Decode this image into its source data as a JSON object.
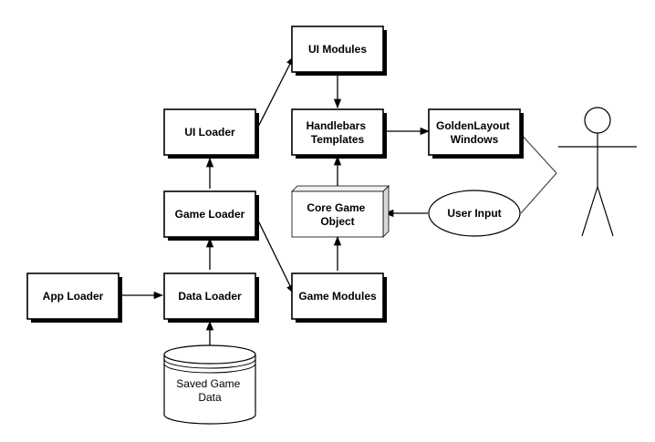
{
  "nodes": {
    "ui_modules": {
      "lines": [
        "UI Modules"
      ]
    },
    "ui_loader": {
      "lines": [
        "UI Loader"
      ]
    },
    "handlebars_templates": {
      "lines": [
        "Handlebars",
        "Templates"
      ]
    },
    "goldenlayout_windows": {
      "lines": [
        "GoldenLayout",
        "Windows"
      ]
    },
    "game_loader": {
      "lines": [
        "Game Loader"
      ]
    },
    "core_game_object": {
      "lines": [
        "Core Game",
        "Object"
      ]
    },
    "user_input": {
      "lines": [
        "User Input"
      ]
    },
    "app_loader": {
      "lines": [
        "App Loader"
      ]
    },
    "data_loader": {
      "lines": [
        "Data Loader"
      ]
    },
    "game_modules": {
      "lines": [
        "Game Modules"
      ]
    },
    "saved_game_data": {
      "lines": [
        "Saved Game",
        "Data"
      ]
    }
  },
  "edges": [
    {
      "from": "app_loader",
      "to": "data_loader"
    },
    {
      "from": "saved_game_data",
      "to": "data_loader"
    },
    {
      "from": "data_loader",
      "to": "game_loader"
    },
    {
      "from": "game_loader",
      "to": "ui_loader"
    },
    {
      "from": "ui_loader",
      "to": "ui_modules"
    },
    {
      "from": "ui_modules",
      "to": "handlebars_templates"
    },
    {
      "from": "handlebars_templates",
      "to": "goldenlayout_windows"
    },
    {
      "from": "core_game_object",
      "to": "handlebars_templates"
    },
    {
      "from": "game_loader",
      "to": "game_modules"
    },
    {
      "from": "game_modules",
      "to": "core_game_object"
    },
    {
      "from": "user_input",
      "to": "core_game_object"
    },
    {
      "from": "goldenlayout_windows",
      "to": "user"
    },
    {
      "from": "user",
      "to": "user_input"
    }
  ]
}
